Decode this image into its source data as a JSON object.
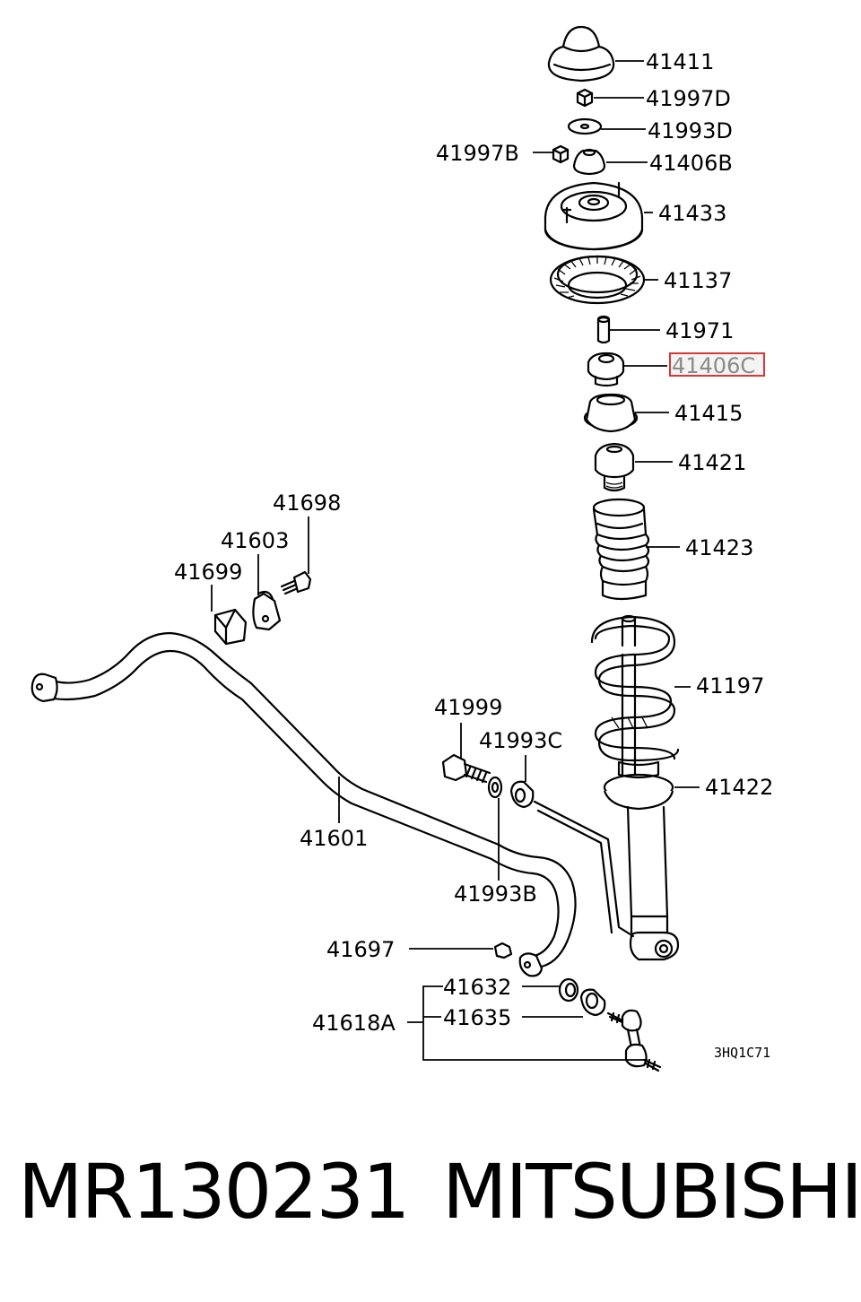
{
  "diagram": {
    "labels": {
      "p41411": "41411",
      "p41997D": "41997D",
      "p41993D": "41993D",
      "p41997B": "41997B",
      "p41406B": "41406B",
      "p41433": "41433",
      "p41137": "41137",
      "p41971": "41971",
      "p41406C": "41406C",
      "p41415": "41415",
      "p41421": "41421",
      "p41698": "41698",
      "p41603": "41603",
      "p41699": "41699",
      "p41423": "41423",
      "p41197": "41197",
      "p41999": "41999",
      "p41993C": "41993C",
      "p41422": "41422",
      "p41601": "41601",
      "p41993B": "41993B",
      "p41697": "41697",
      "p41632": "41632",
      "p41618A": "41618A",
      "p41635": "41635"
    },
    "highlighted_label": "41406C",
    "highlight_color": "#d8383a",
    "drawing_code": "3HQ1C71"
  },
  "footer": {
    "part_number": "MR130231",
    "brand": "MITSUBISHI"
  }
}
